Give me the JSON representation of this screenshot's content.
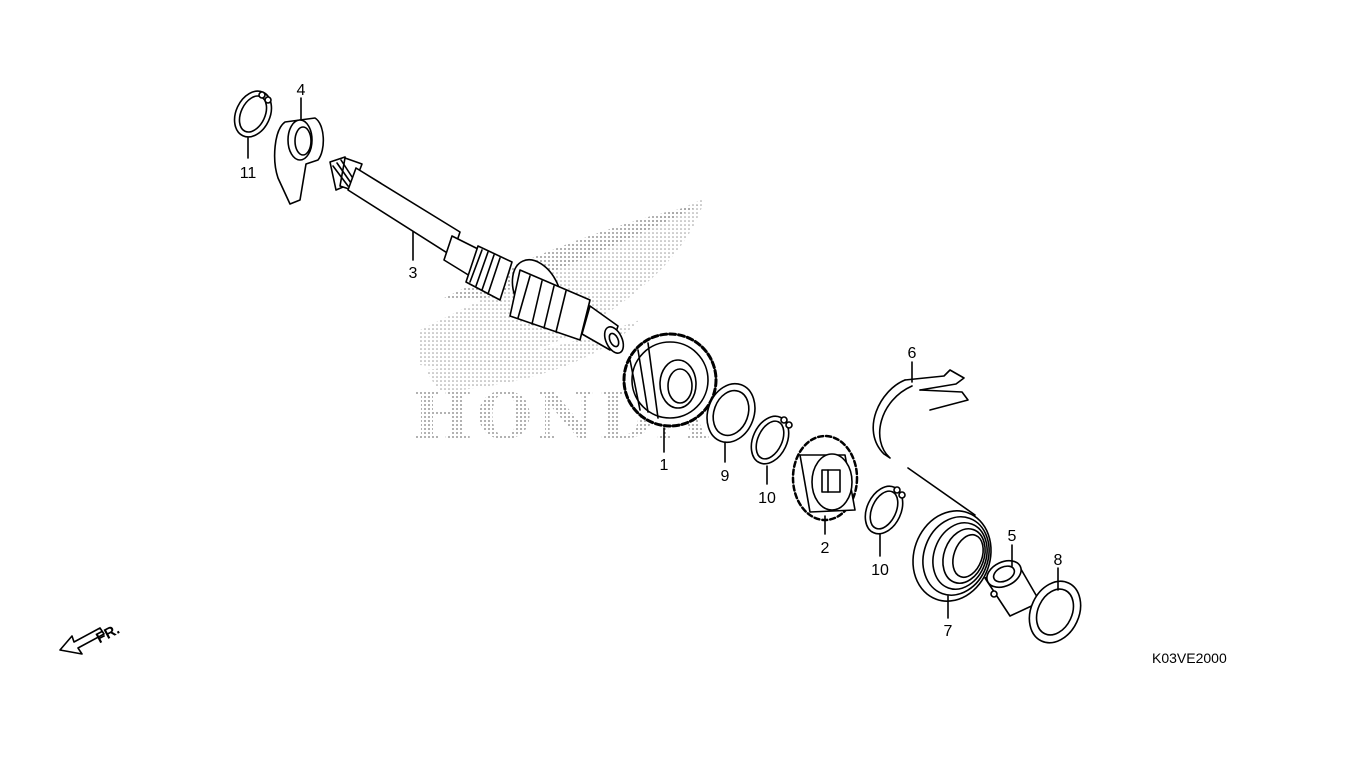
{
  "labels": {
    "p1": "1",
    "p2": "2",
    "p3": "3",
    "p4": "4",
    "p5": "5",
    "p6": "6",
    "p7": "7",
    "p8": "8",
    "p9": "9",
    "p10a": "10",
    "p10b": "10",
    "p11": "11"
  },
  "diagram_code": "K03VE2000",
  "direction_label": "FR.",
  "watermark": {
    "text": "HONDA",
    "color": "#b5b5b5"
  },
  "colors": {
    "line": "#000000",
    "background": "#ffffff"
  }
}
